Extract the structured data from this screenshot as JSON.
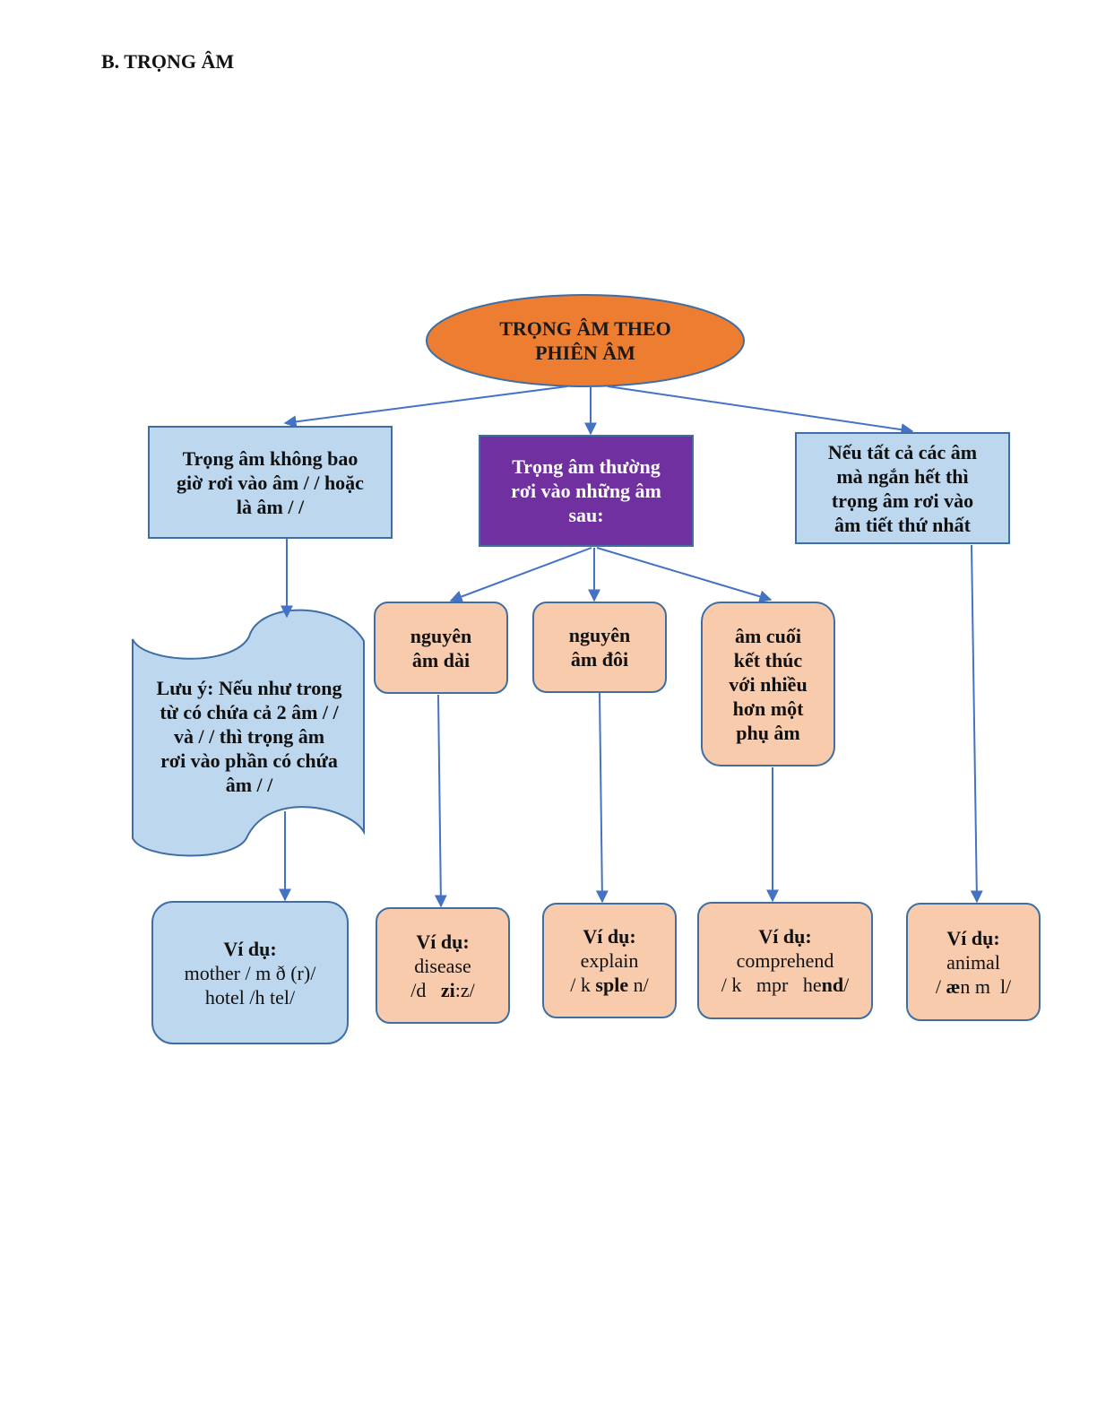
{
  "heading": "B. TRỌNG ÂM",
  "root": {
    "line1": "TRỌNG ÂM THEO",
    "line2": "PHIÊN ÂM"
  },
  "left_box": {
    "line1": "Trọng âm không bao",
    "line2": "giờ rơi vào âm /  / hoặc",
    "line3": "là âm /    /"
  },
  "middle_box": {
    "line1": "Trọng âm thường",
    "line2": "rơi vào những âm",
    "line3": "sau:"
  },
  "right_box": {
    "line1": "Nếu tất cả các âm",
    "line2": "mà ngắn hết thì",
    "line3": "trọng âm rơi vào",
    "line4": "âm tiết thứ nhất"
  },
  "note": {
    "line1": "Lưu ý: Nếu như trong",
    "line2": "từ có chứa cả 2 âm /  /",
    "line3": "và /    / thì trọng âm",
    "line4": "rơi vào phần có chứa",
    "line5": "âm /    /"
  },
  "sub_long": {
    "line1": "nguyên",
    "line2": "âm dài"
  },
  "sub_diph": {
    "line1": "nguyên",
    "line2": "âm đôi"
  },
  "sub_final": {
    "line1": "âm cuối",
    "line2": "kết thúc",
    "line3": "với nhiều",
    "line4": "hơn một",
    "line5": "phụ âm"
  },
  "examples": {
    "label": "Ví dụ:",
    "note_ex": {
      "line1": "mother / m  ð  (r)/",
      "line2": "hotel /h      tel/"
    },
    "long_ex": {
      "word": "disease",
      "pron_a": "/d   ",
      "pron_b": "zi",
      "pron_c": ":z/"
    },
    "diph_ex": {
      "word": "explain",
      "pron_a": "/ k ",
      "pron_b": "sple",
      "pron_c": " n/"
    },
    "final_ex": {
      "word": "comprehend",
      "pron_a": "/ k   mpr   he",
      "pron_b": "nd",
      "pron_c": "/"
    },
    "short_ex": {
      "word": "animal",
      "pron_a": "/ ",
      "pron_b": "æ",
      "pron_c": "n m  l/"
    }
  },
  "colors": {
    "root_fill": "#ed7d31",
    "blue_fill": "#bdd7ee",
    "purple_fill": "#7030a0",
    "peach_fill": "#f8cbad",
    "stroke": "#3e6ea3",
    "arrow": "#4472c4"
  }
}
